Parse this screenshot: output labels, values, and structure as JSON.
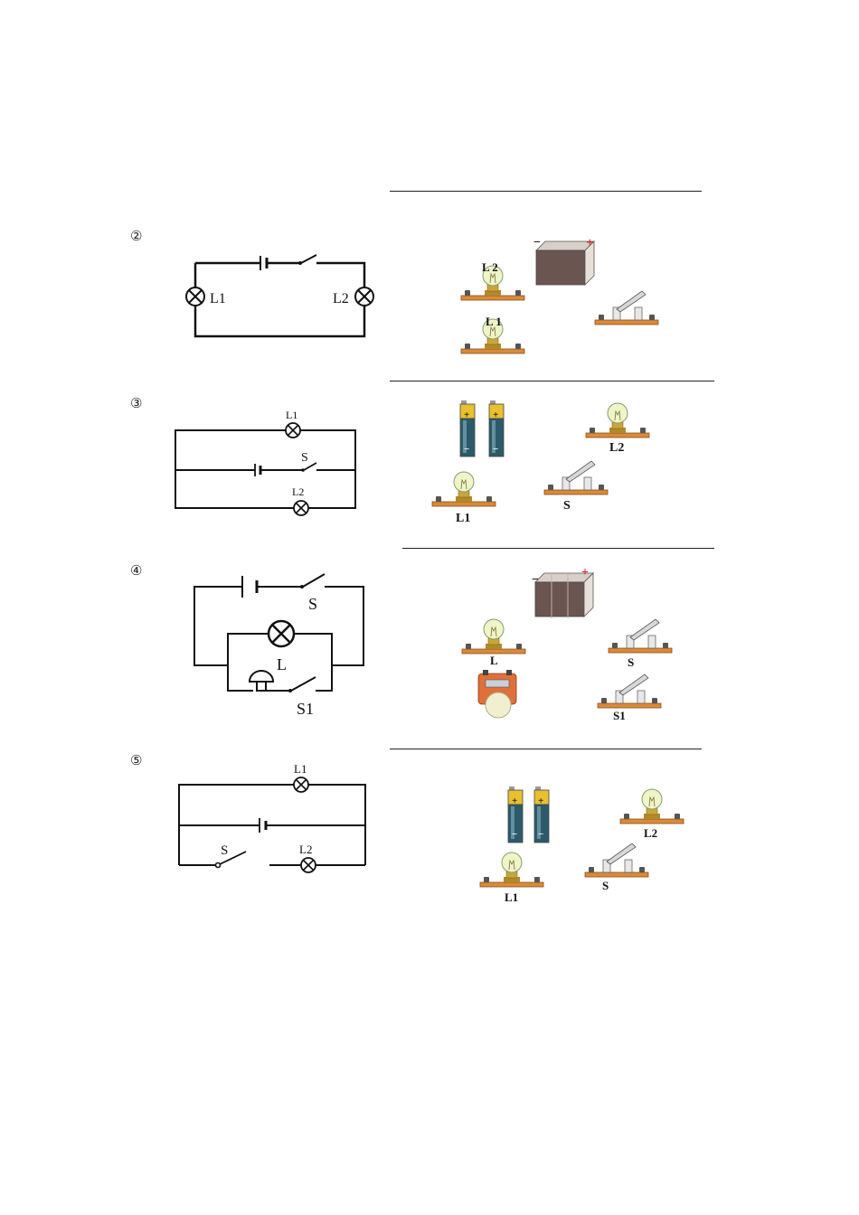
{
  "problems": [
    {
      "number": "②",
      "schematic": {
        "lamp1": "L1",
        "lamp2": "L2"
      },
      "physical": {
        "lamp_upper": "L 2",
        "lamp_lower": "L 1",
        "battery_minus": "−",
        "battery_plus": "+"
      }
    },
    {
      "number": "③",
      "schematic": {
        "lamp1": "L1",
        "switch": "S",
        "lamp2": "L2"
      },
      "physical": {
        "lamp1": "L1",
        "lamp2": "L2",
        "switch": "S",
        "cell_plus": "+",
        "cell_minus": "−"
      }
    },
    {
      "number": "④",
      "schematic": {
        "switch": "S",
        "lamp": "L",
        "switch2": "S1"
      },
      "physical": {
        "lamp": "L",
        "switch": "S",
        "switch2": "S1",
        "battery_minus": "−",
        "battery_plus": "+"
      }
    },
    {
      "number": "⑤",
      "schematic": {
        "lamp1": "L1",
        "switch": "S",
        "lamp2": "L2"
      },
      "physical": {
        "lamp1": "L1",
        "lamp2": "L2",
        "switch": "S",
        "cell_plus": "+",
        "cell_minus": "−"
      }
    }
  ],
  "colors": {
    "wire": "#111111",
    "board": "#d98a3a",
    "bulb_glass": "#eef5c8",
    "bulb_base": "#c9a53a",
    "battery_body": "#6b5550",
    "battery_plus": "#e02020",
    "cell_top": "#e8c030",
    "cell_body": "#2c5a6a"
  }
}
